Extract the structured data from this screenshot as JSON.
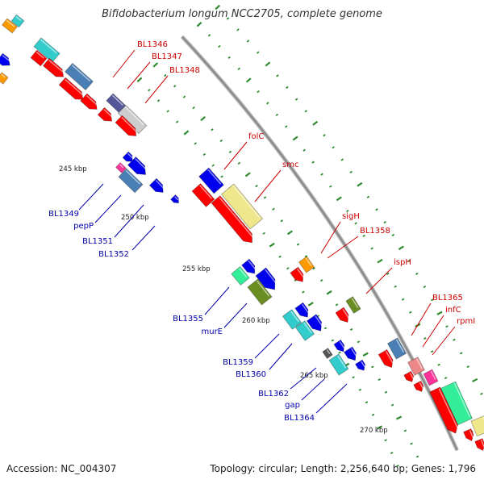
{
  "title": "Bifidobacterium longum NCC2705, complete genome",
  "footer": {
    "accession": "Accession: NC_004307",
    "summary": "Topology: circular; Length: 2,256,640 bp; Genes: 1,796"
  },
  "colors": {
    "backbone": "#8c8c8c",
    "tick": "#2e8b2e",
    "label_top": "#cc0000",
    "label_bottom": "#0000aa",
    "red": "#ff0000",
    "blue": "#0000ee",
    "cyan": "#33cccc",
    "steelblue": "#4a7fb5",
    "olive": "#6b8e23",
    "khaki": "#f0e68c",
    "orange": "#ff9900",
    "pink": "#ff3399",
    "mint": "#33ee99",
    "lightgray": "#cccccc",
    "darkgray": "#555555",
    "salmon": "#ee8888",
    "slate": "#555599"
  },
  "kbp_labels": [
    "245 kbp",
    "250 kbp",
    "255 kbp",
    "260 kbp",
    "265 kbp",
    "270 kbp"
  ],
  "gene_labels_top": [
    "BL1346",
    "BL1347",
    "BL1348",
    "folC",
    "smc",
    "sigH",
    "BL1358",
    "ispH",
    "BL1365",
    "infC",
    "rpmI"
  ],
  "gene_labels_bottom": [
    "BL1349",
    "pepP",
    "BL1351",
    "BL1352",
    "BL1355",
    "murE",
    "BL1359",
    "BL1360",
    "BL1362",
    "gap",
    "BL1364"
  ]
}
